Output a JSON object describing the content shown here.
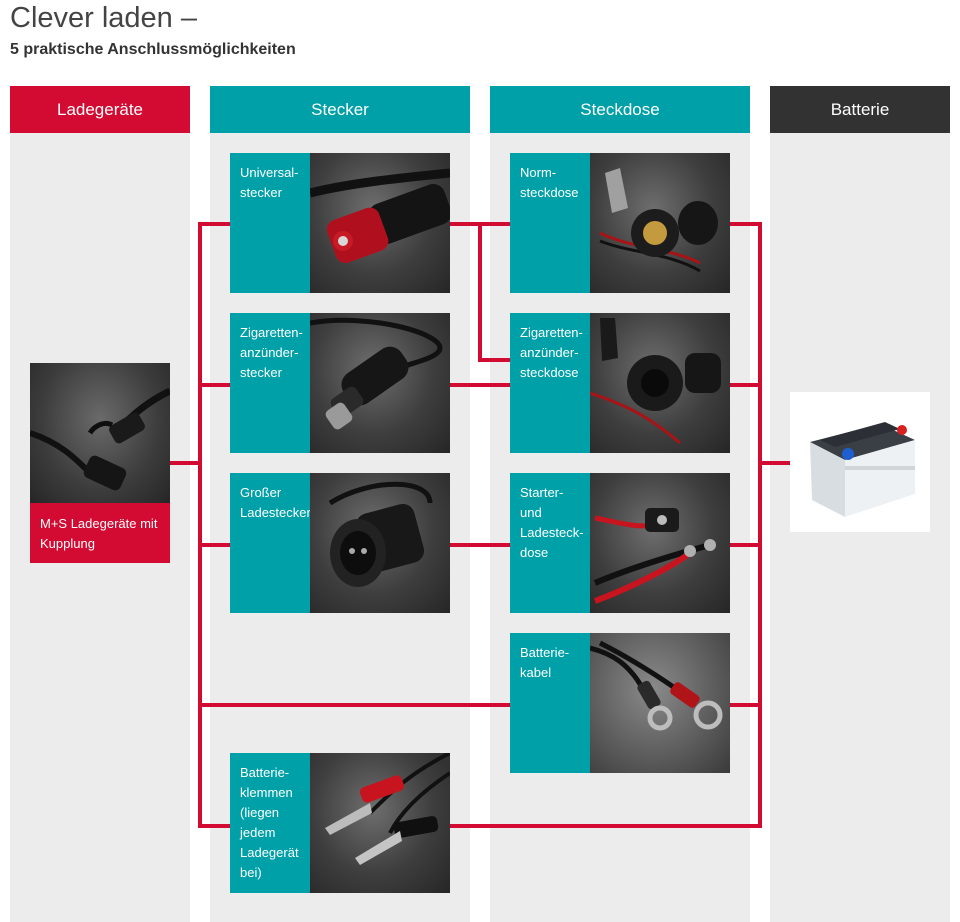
{
  "header": {
    "title": "Clever laden –",
    "subtitle": "5 praktische Anschlussmöglichkeiten"
  },
  "colors": {
    "red": "#d30a32",
    "teal": "#00a0a8",
    "dark": "#323232",
    "column_bg": "#ececec",
    "line": "#d30a32"
  },
  "columns": {
    "ladegeraete": "Ladegeräte",
    "stecker": "Stecker",
    "steckdose": "Steckdose",
    "batterie": "Batterie"
  },
  "ladegeraet": {
    "label": "M+S Ladegeräte mit Kupplung",
    "image": "charger-cable-coupling"
  },
  "stecker": [
    {
      "label": "Universal-\nstecker",
      "image": "universal-plug-red"
    },
    {
      "label": "Zigaretten-\nanzünder-\nstecker",
      "image": "cigarette-lighter-plug"
    },
    {
      "label": "Großer\nLadestecker",
      "image": "large-charging-plug"
    },
    {
      "label": "Batterie-\nklemmen\n(liegen\njedem\nLadegerät\nbei)",
      "image": "battery-clamps"
    }
  ],
  "steckdose": [
    {
      "label": "Norm-\nsteckdose",
      "image": "standard-socket"
    },
    {
      "label": "Zigaretten-\nanzünder-\nsteckdose",
      "image": "cigarette-lighter-socket"
    },
    {
      "label": "Starter-\nund\nLadesteck-\ndose",
      "image": "starter-socket"
    },
    {
      "label": "Batterie-\nkabel",
      "image": "battery-cable-eyelets"
    }
  ],
  "batterie": {
    "image": "car-battery"
  }
}
